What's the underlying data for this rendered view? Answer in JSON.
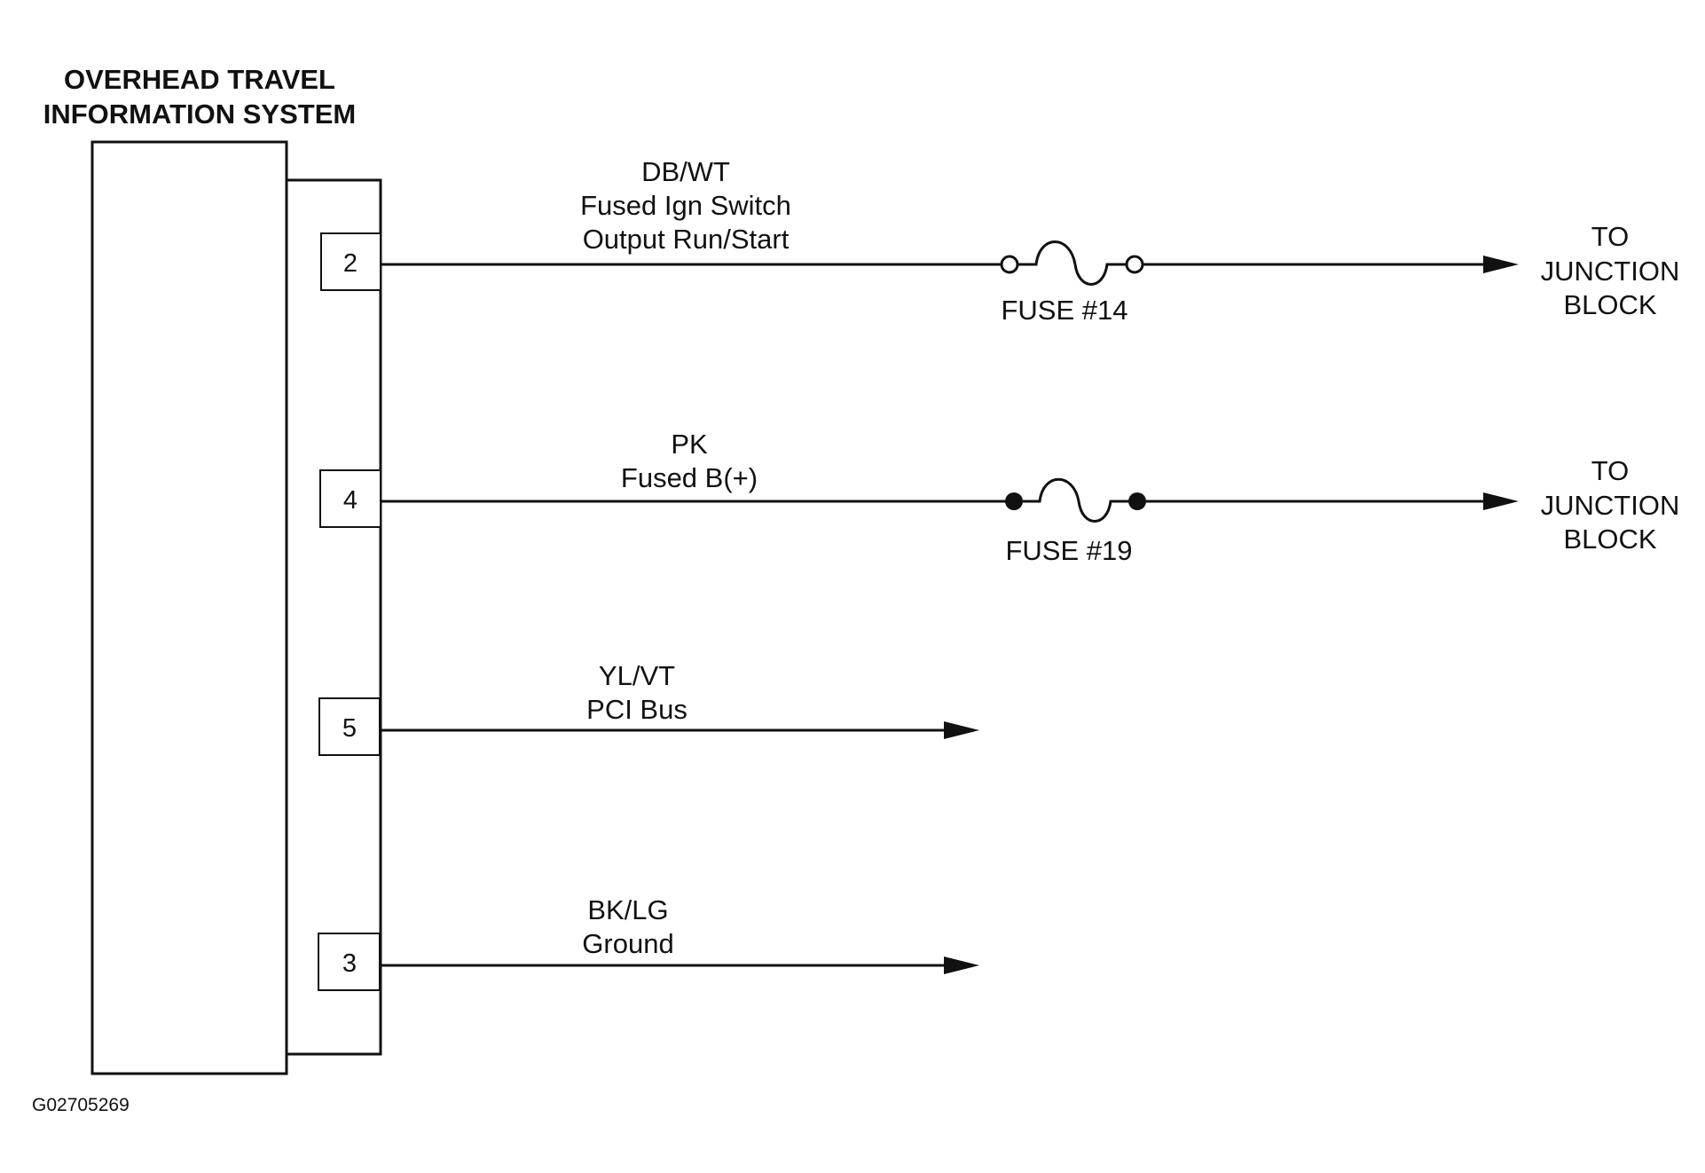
{
  "module": {
    "title_line1": "OVERHEAD TRAVEL",
    "title_line2": "INFORMATION SYSTEM"
  },
  "circuits": [
    {
      "pin": "2",
      "color_code": "DB/WT",
      "function_line1": "Fused Ign Switch",
      "function_line2": "Output Run/Start",
      "fuse": "FUSE #14",
      "fuse_terminals": "open",
      "dest_line1": "TO",
      "dest_line2": "JUNCTION",
      "dest_line3": "BLOCK"
    },
    {
      "pin": "4",
      "color_code": "PK",
      "function_line1": "Fused B(+)",
      "fuse": "FUSE #19",
      "fuse_terminals": "solid",
      "dest_line1": "TO",
      "dest_line2": "JUNCTION",
      "dest_line3": "BLOCK"
    },
    {
      "pin": "5",
      "color_code": "YL/VT",
      "function_line1": "PCI Bus"
    },
    {
      "pin": "3",
      "color_code": "BK/LG",
      "function_line1": "Ground"
    }
  ],
  "figure_id": "G02705269",
  "colors": {
    "line": "#111111",
    "background": "#ffffff"
  }
}
